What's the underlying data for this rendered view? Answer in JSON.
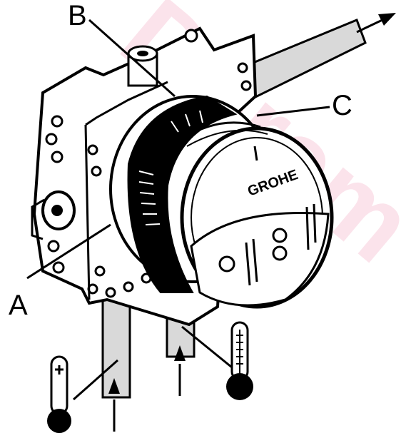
{
  "callouts": {
    "a": "A",
    "b": "B",
    "c": "C"
  },
  "brand_logo": "GROHE",
  "watermark": "Dorem",
  "colors": {
    "line": "#000000",
    "pipe_fill": "#d9d9d9",
    "body_fill": "#ffffff",
    "thermo_bulb": "#000000",
    "watermark": "#fbe3eb"
  },
  "icons": {
    "hot_thermometer": "thermometer-hot-icon",
    "cold_thermometer": "thermometer-cold-icon",
    "flow_arrow": "arrow-icon"
  }
}
